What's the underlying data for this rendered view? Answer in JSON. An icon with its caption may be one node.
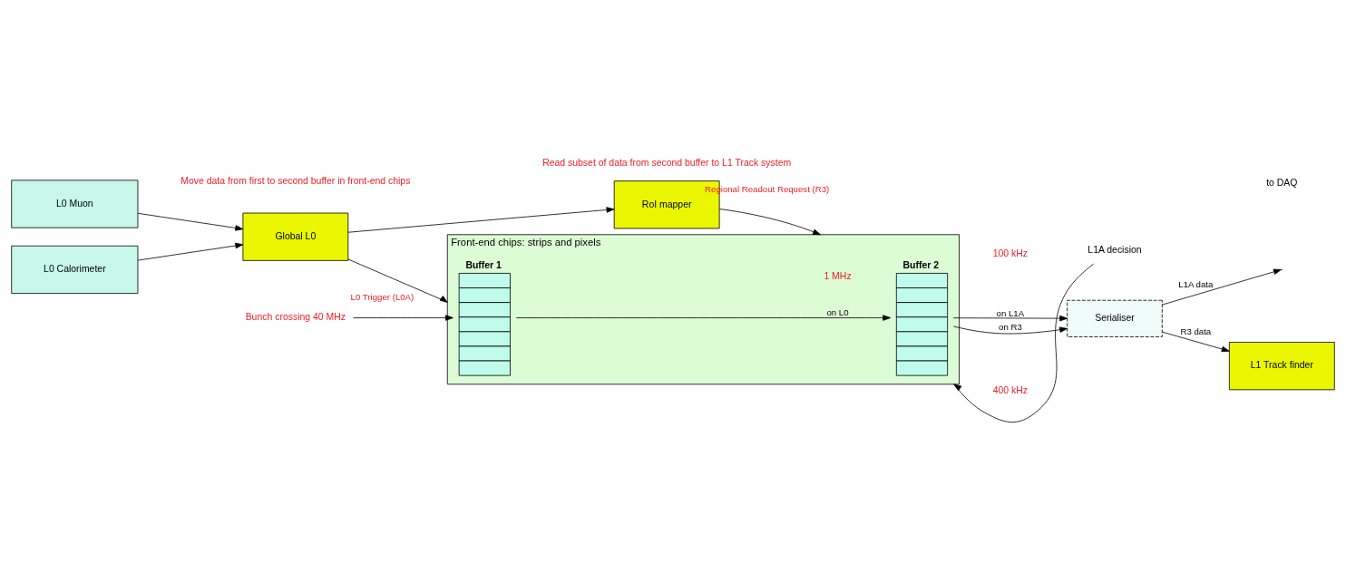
{
  "diagram": {
    "nodes": [
      {
        "text": [
          "Front-end chips: strips and pixels"
        ]
      },
      {
        "text": [
          "Buffer 1"
        ],
        "in": 0
      },
      {
        "text": [
          "Buffer 2"
        ],
        "in": 0
      },
      {
        "text": [
          "Serialiser"
        ]
      },
      {
        "text": [
          "L0 Muon"
        ]
      },
      {
        "text": [
          "L0 Calorimeter"
        ]
      },
      {
        "text": [
          "Global L0"
        ]
      },
      {
        "text": [
          "RoI mapper"
        ]
      },
      {
        "text": [
          "L1 Track finder"
        ]
      },
      {
        "text": [
          "Bunch crossing 40 MHz"
        ]
      },
      {
        "text": [
          "L1A decision"
        ]
      }
    ],
    "edges": [
      {
        "from": 9,
        "to": 1,
        "arrow": "to"
      },
      {
        "from": 1,
        "to": 2,
        "arrow": "to",
        "label": "on L0"
      },
      {
        "from": 2,
        "to": 3,
        "arrow": "to",
        "label": "on L1A"
      },
      {
        "from": 2,
        "to": 3,
        "arrow": "to",
        "label": "on R3"
      },
      {
        "from": 10,
        "to": 0,
        "arrow": "to"
      },
      {
        "from": 4,
        "to": 6,
        "arrow": "to"
      },
      {
        "from": 5,
        "to": 6,
        "arrow": "to"
      },
      {
        "from": 6,
        "to": 0,
        "arrow": "to",
        "label": "L0 Trigger (L0A)"
      },
      {
        "from": 6,
        "to": 7,
        "arrow": "to"
      },
      {
        "from": 7,
        "to": 0,
        "arrow": "to",
        "label": "Regional Readout Request (R3)"
      },
      {
        "from": 3,
        "to": null,
        "arrow": "to",
        "label": "L1A data"
      },
      {
        "from": 3,
        "to": 8,
        "arrow": "to",
        "label": "R3 data"
      }
    ],
    "labels": [
      "1 MHz",
      "400 kHz",
      "to DAQ",
      "100 kHz",
      "Move data from first to second buffer in front-end chips",
      "Read subset of data from second buffer to L1 Track system"
    ]
  }
}
